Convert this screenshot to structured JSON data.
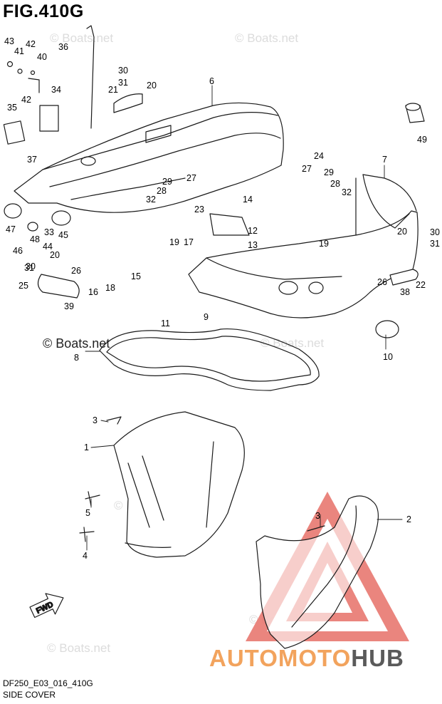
{
  "figure": {
    "title": "FIG.410G",
    "code": "DF250_E03_016_410G",
    "name": "SIDE COVER"
  },
  "watermarks": [
    "© Boats.net",
    "© Boats.net",
    "© Boats.net",
    "© Boats.net",
    "© Boats.net",
    "© Boats.net"
  ],
  "watermark_dark": "© Boats.net",
  "brand": {
    "part1": "AUTOMOTO",
    "part2": "HUB"
  },
  "orientation_badge": "FWD",
  "callouts": [
    "1",
    "2",
    "3",
    "3",
    "4",
    "5",
    "6",
    "7",
    "8",
    "9",
    "10",
    "11",
    "12",
    "13",
    "14",
    "15",
    "16",
    "17",
    "18",
    "19",
    "19",
    "20",
    "20",
    "20",
    "21",
    "22",
    "23",
    "24",
    "25",
    "26",
    "26",
    "27",
    "27",
    "28",
    "28",
    "29",
    "29",
    "30",
    "30",
    "30",
    "31",
    "31",
    "31",
    "32",
    "32",
    "33",
    "34",
    "35",
    "36",
    "37",
    "38",
    "39",
    "40",
    "41",
    "42",
    "42",
    "43",
    "44",
    "45",
    "46",
    "47",
    "48",
    "49"
  ],
  "colors": {
    "line": "#1a1a1a",
    "watermark": "#dcdcdc",
    "brand_accent": "#f2a35d",
    "brand_dark": "#5a5a5a",
    "logo_red": "#e87870"
  }
}
